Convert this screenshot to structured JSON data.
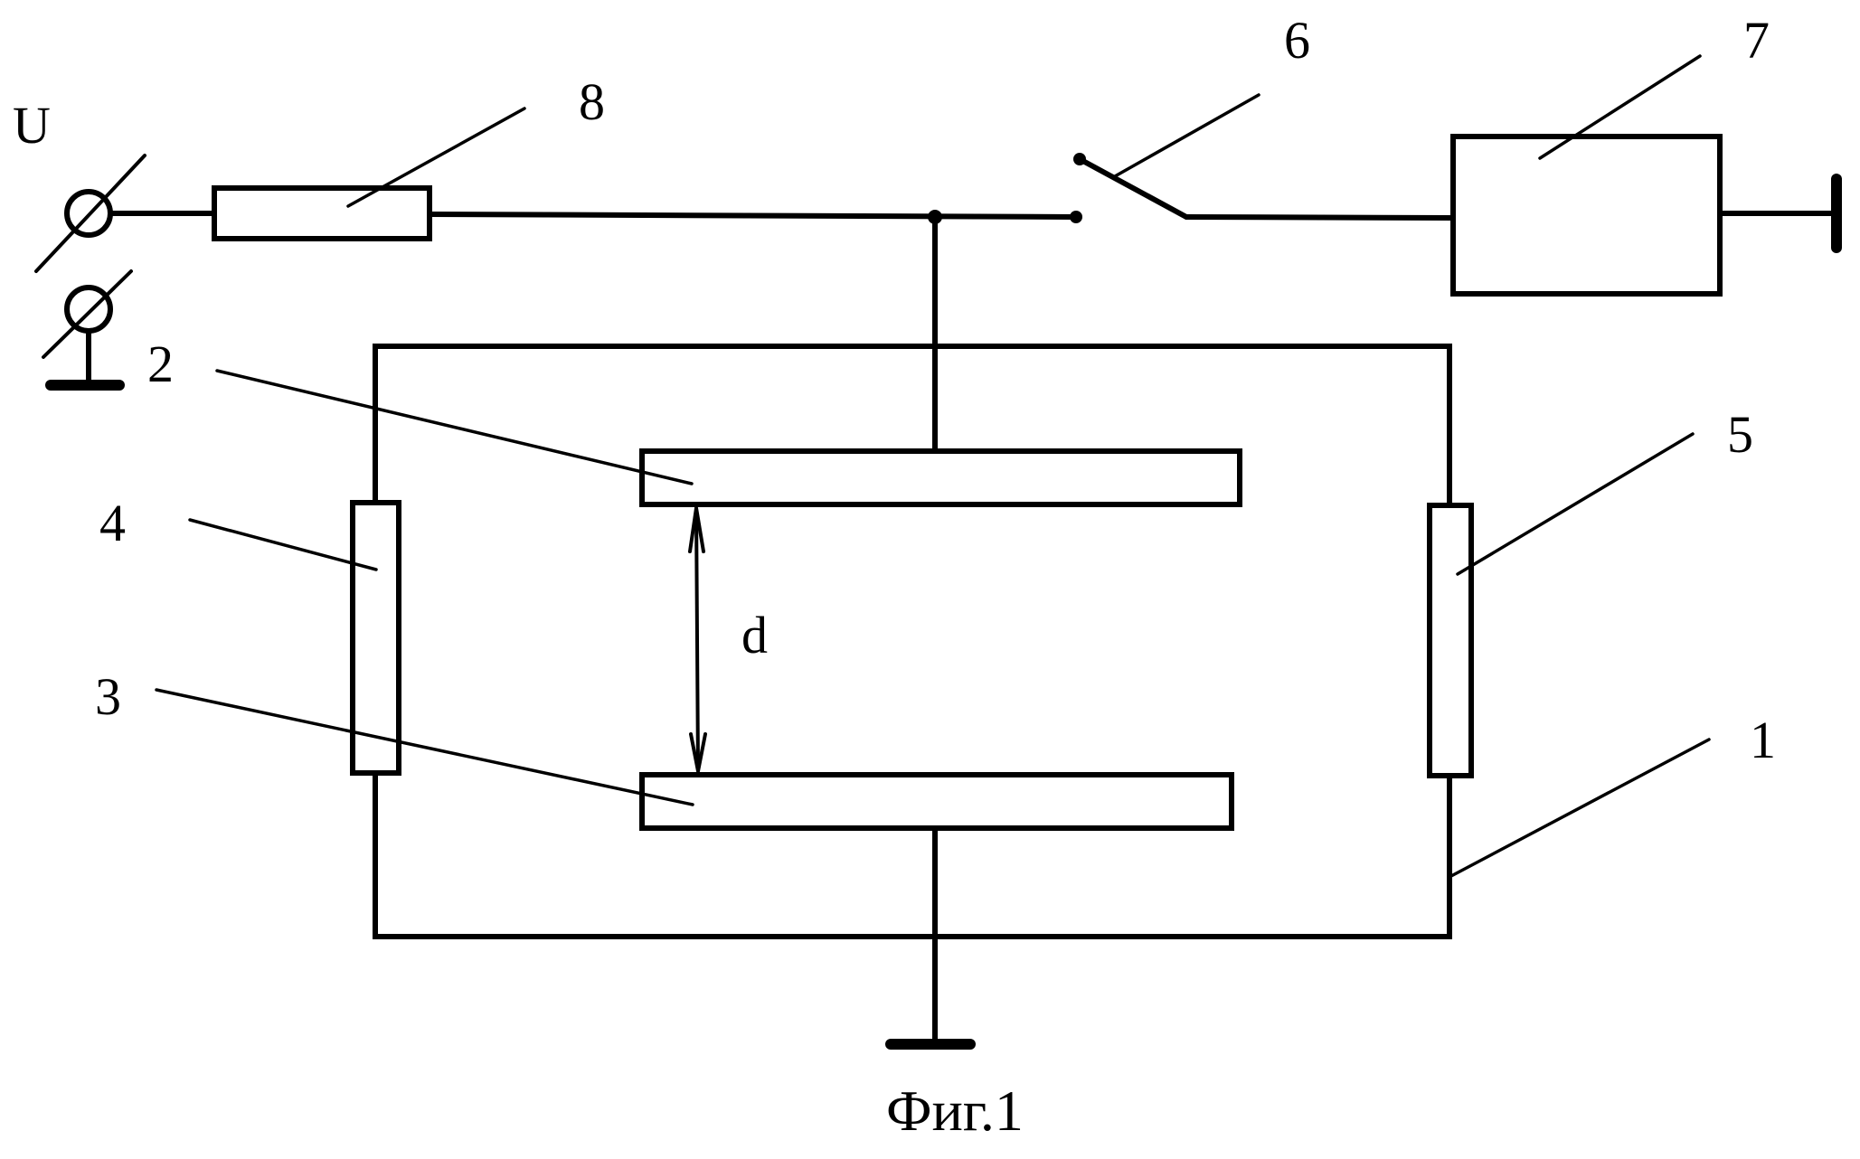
{
  "figure": {
    "caption": "Фиг.1",
    "voltage_label": "U",
    "gap_label": "d",
    "callouts": {
      "housing": "1",
      "upper_electrode": "2",
      "lower_electrode": "3",
      "left_insulator": "4",
      "right_insulator": "5",
      "switch": "6",
      "load_unit": "7",
      "resistor": "8"
    }
  },
  "colors": {
    "ink": "#000000",
    "paper": "#ffffff"
  }
}
